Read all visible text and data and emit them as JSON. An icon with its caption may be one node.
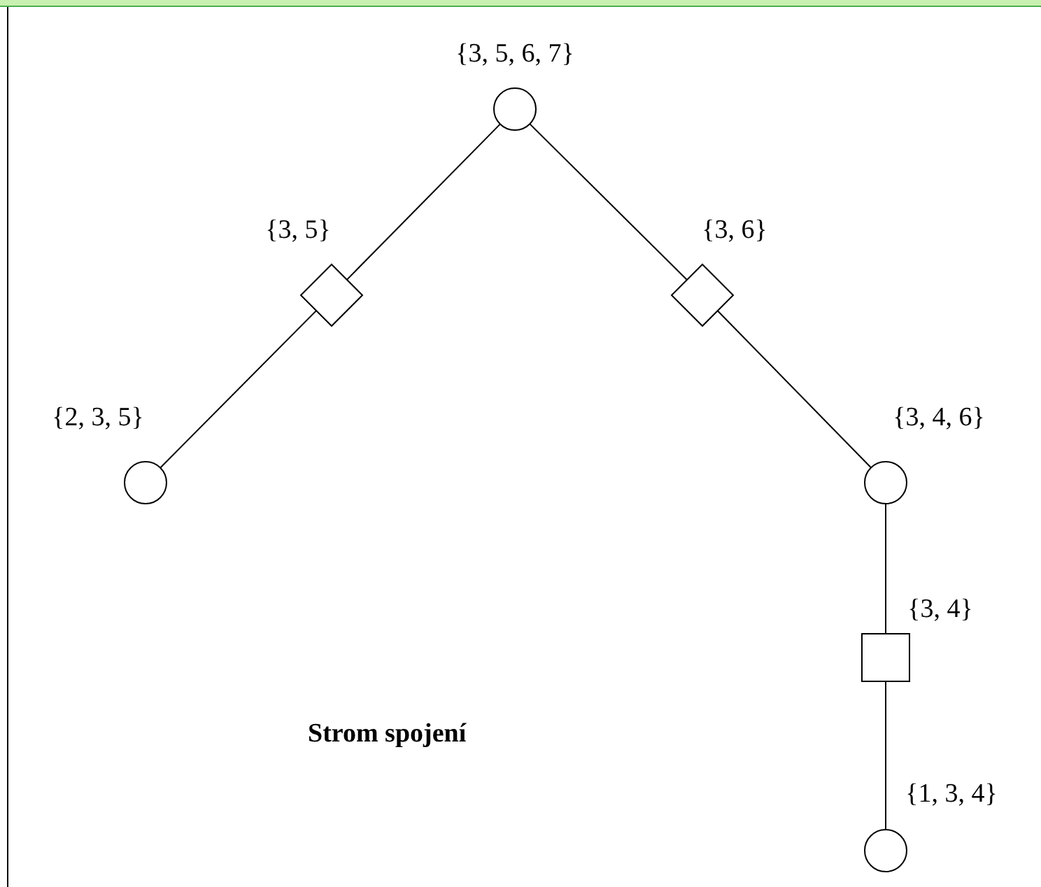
{
  "diagram": {
    "title": "Strom spojení",
    "nodes": [
      {
        "text": [
          "{3, 5, 6, 7}"
        ]
      },
      {
        "text": [
          "{3, 5}"
        ]
      },
      {
        "text": [
          "{3, 6}"
        ]
      },
      {
        "text": [
          "{2, 3, 5}"
        ]
      },
      {
        "text": [
          "{3, 4, 6}"
        ]
      },
      {
        "text": [
          "{3, 4}"
        ]
      },
      {
        "text": [
          "{1, 3, 4}"
        ]
      }
    ],
    "edges": [
      {
        "from": 0,
        "to": 1,
        "arrow": "none"
      },
      {
        "from": 1,
        "to": 3,
        "arrow": "none"
      },
      {
        "from": 0,
        "to": 2,
        "arrow": "none"
      },
      {
        "from": 2,
        "to": 4,
        "arrow": "none"
      },
      {
        "from": 4,
        "to": 5,
        "arrow": "none"
      },
      {
        "from": 5,
        "to": 6,
        "arrow": "none"
      }
    ]
  }
}
